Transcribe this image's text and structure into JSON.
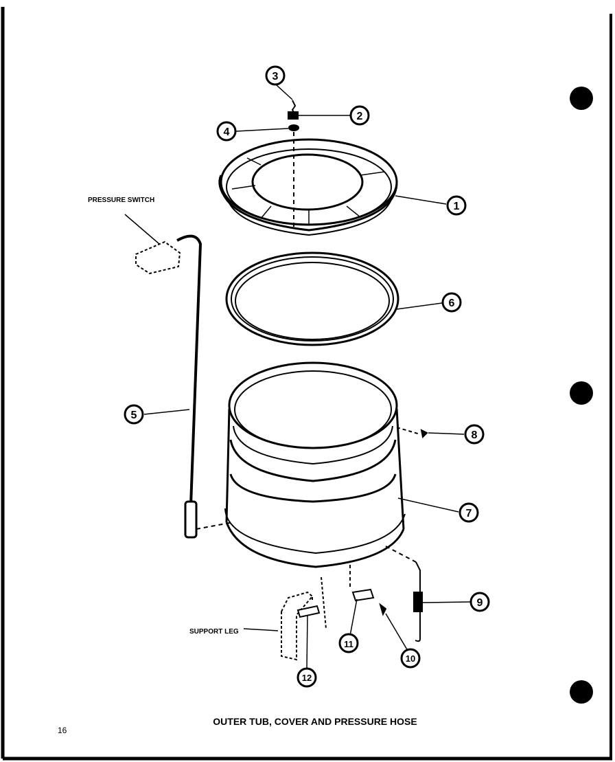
{
  "diagram": {
    "title": "OUTER TUB, COVER AND PRESSURE HOSE",
    "page_number": "16",
    "labels": {
      "pressure_switch": "PRESSURE SWITCH",
      "support_leg": "SUPPORT LEG"
    },
    "callouts": [
      "1",
      "2",
      "3",
      "4",
      "5",
      "6",
      "7",
      "8",
      "9",
      "10",
      "11",
      "12"
    ],
    "colors": {
      "ink": "#000000",
      "paper": "#ffffff"
    }
  }
}
